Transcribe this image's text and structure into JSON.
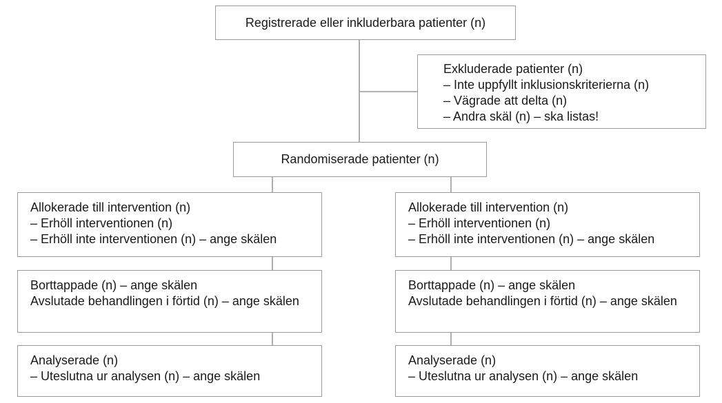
{
  "registered": {
    "label": "Registrerade eller inkluderbara patienter (n)"
  },
  "excluded": {
    "title": "Exkluderade patienter (n)",
    "items": [
      "– Inte uppfyllt inklusionskriterierna (n)",
      "– Vägrade att delta (n)",
      "– Andra skäl (n) – ska listas!"
    ]
  },
  "randomized": {
    "label": "Randomiserade patienter (n)"
  },
  "arms": [
    {
      "allocated": {
        "title": "Allokerade till intervention (n)",
        "items": [
          "– Erhöll interventionen (n)",
          "– Erhöll inte interventionen (n) – ange skälen"
        ]
      },
      "followup": {
        "lost": "Borttappade (n) – ange skälen",
        "discontinued": "Avslutade behandlingen i förtid (n) – ange skälen"
      },
      "analyzed": {
        "title": "Analyserade (n)",
        "excluded": "– Uteslutna ur analysen (n) – ange skälen"
      }
    },
    {
      "allocated": {
        "title": "Allokerade till intervention (n)",
        "items": [
          "– Erhöll interventionen (n)",
          "– Erhöll inte interventionen (n) – ange skälen"
        ]
      },
      "followup": {
        "lost": "Borttappade (n) – ange skälen",
        "discontinued": "Avslutade behandlingen i förtid (n) – ange skälen"
      },
      "analyzed": {
        "title": "Analyserade (n)",
        "excluded": "– Uteslutna ur analysen (n) – ange skälen"
      }
    }
  ]
}
